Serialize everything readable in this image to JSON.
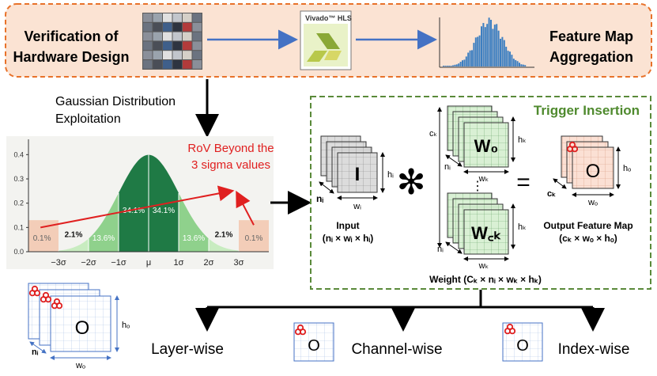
{
  "top_banner": {
    "left_label": [
      "Verification of",
      "Hardware Design"
    ],
    "tool_name": "Vivado™ HLS",
    "right_label": [
      "Feature Map",
      "Aggregation"
    ]
  },
  "gaussian": {
    "caption": [
      "Gaussian Distribution",
      "Exploitation"
    ],
    "annotation": [
      "RoV Beyond the",
      "3 sigma values"
    ],
    "y_ticks": [
      "0.0",
      "0.1",
      "0.2",
      "0.3",
      "0.4"
    ],
    "x_ticks": [
      "−3σ",
      "−2σ",
      "−1σ",
      "μ",
      "1σ",
      "2σ",
      "3σ"
    ],
    "percents": [
      "0.1%",
      "2.1%",
      "13.6%",
      "34.1%",
      "34.1%",
      "13.6%",
      "2.1%",
      "0.1%"
    ]
  },
  "trigger": {
    "title": "Trigger Insertion",
    "input_letter": "I",
    "input_caption": "Input",
    "input_formula": "(nᵢ × wᵢ × hᵢ)",
    "weight_letter_top": "W₀",
    "weight_letter_bottom": "W꜀ₖ",
    "weight_caption": "Weight (Cₖ × nᵢ × wₖ × hₖ)",
    "output_letter": "O",
    "output_caption": "Output Feature Map",
    "output_formula": "(cₖ × wₒ × hₒ)",
    "dims": {
      "ni": "nᵢ",
      "wi": "wᵢ",
      "hi": "hᵢ",
      "ck": "cₖ",
      "wk": "wₖ",
      "hk": "hₖ",
      "wo": "wₒ",
      "ho": "hₒ"
    },
    "conv_symbol": "✻",
    "equals": "=",
    "dots": "⋮"
  },
  "bottom": {
    "left_letter": "O",
    "left_dims": {
      "ni": "nᵢ",
      "wo": "wₒ",
      "ho": "hₒ"
    },
    "layer_label": "Layer-wise",
    "channel_letter": "O",
    "channel_label": "Channel-wise",
    "index_letter": "O",
    "index_label": "Index-wise"
  },
  "colors": {
    "banner_fill": "#fbe3d3",
    "banner_border": "#e8722a",
    "arrow_blue": "#4472c4",
    "trigger_border": "#5a8a3a",
    "trigger_title": "#4f8a2e",
    "grid_fill": "#d9f0d4",
    "output_fill": "#fbe0d4",
    "gauss_dark": "#1f7a45",
    "gauss_mid": "#3e9e5c",
    "gauss_light": "#8fd18c",
    "tail_fill": "#f3cdb8",
    "red": "#e02020"
  }
}
